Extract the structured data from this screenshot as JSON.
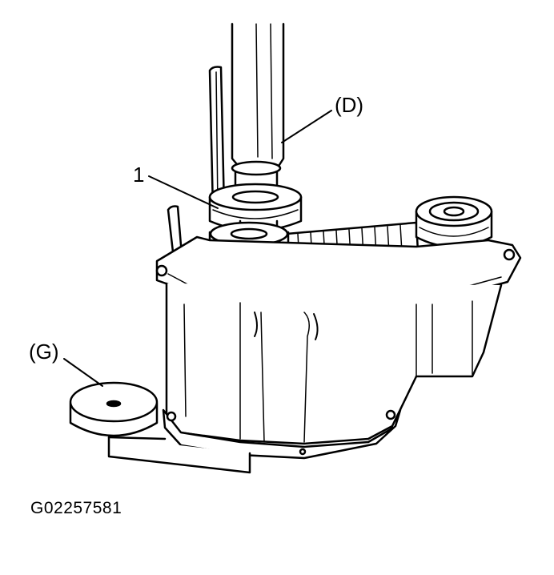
{
  "labels": {
    "tool_d": "(D)",
    "part_1": "1",
    "tool_g": "(G)"
  },
  "figure_code": "G02257581",
  "colors": {
    "ink": "#000000",
    "paper": "#ffffff"
  }
}
